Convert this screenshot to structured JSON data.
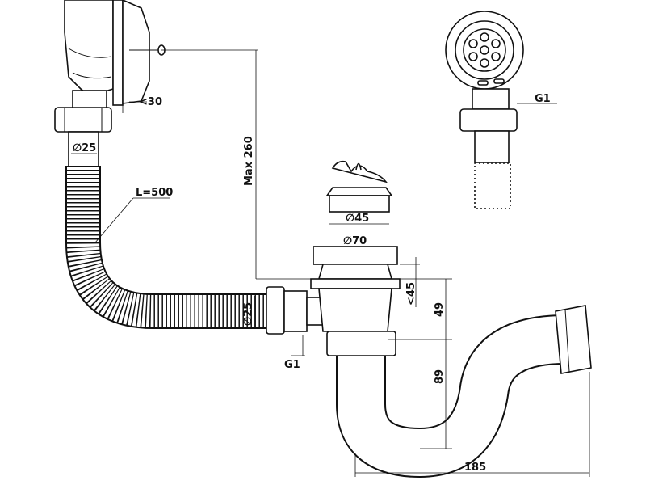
{
  "labels": {
    "overflow_offset": "<30",
    "hose_diameter_top": "∅25",
    "hose_length": "L=500",
    "max_height": "Max 260",
    "plug_diameter": "∅45",
    "flange_diameter": "∅70",
    "flange_depth": "<45",
    "height_upper": "49",
    "height_lower": "89",
    "hose_diameter_side": "∅25",
    "thread_side": "G1",
    "thread_strainer": "G1",
    "trap_width": "185"
  }
}
